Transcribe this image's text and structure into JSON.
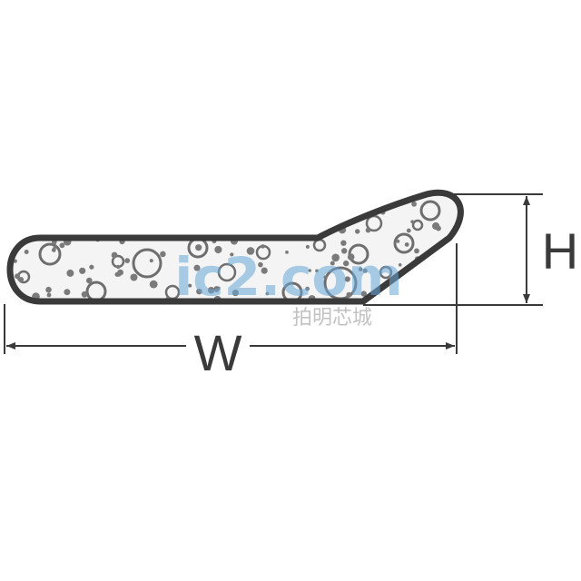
{
  "dimensions": {
    "width_label": "W",
    "height_label": "H"
  },
  "watermark": {
    "brand": "ic2.com",
    "subtitle": "拍明芯城"
  },
  "colors": {
    "outline": "#3a3a3a",
    "bubble_fill": "#7a7a7a",
    "bubble_stroke": "#6e6e6e",
    "body_fill": "#f4f4f4",
    "watermark_blue": "#6aa8d8"
  },
  "icons": {
    "arrow": "arrowhead-icon"
  }
}
